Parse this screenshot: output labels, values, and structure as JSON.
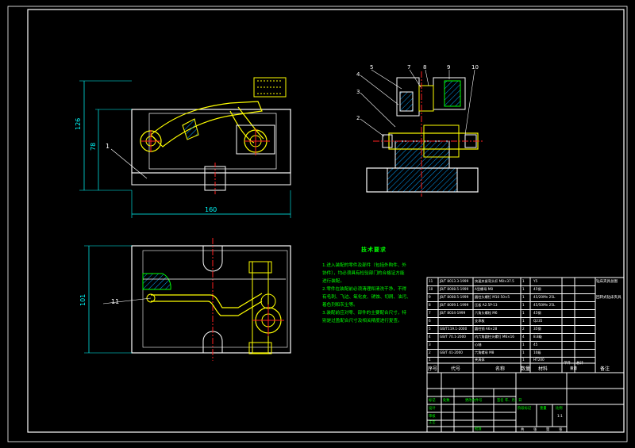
{
  "colors": {
    "background": "#000000",
    "outline": "#ffffff",
    "dimension": "#00ffff",
    "centerline": "#ff2020",
    "part": "#ffff00",
    "notes": "#00ff00",
    "hatch": "#00a0ff"
  },
  "dimensions": {
    "front_width": "160",
    "front_height_outer": "126",
    "front_height_inner": "78",
    "top_view_height": "101"
  },
  "leaders": {
    "front": [
      "1"
    ],
    "top": [
      "11"
    ],
    "side": [
      "2",
      "3",
      "4",
      "5",
      "7",
      "8",
      "9",
      "10"
    ]
  },
  "notes": {
    "title": "技术要求",
    "lines": [
      "1.进入装配的零件及部件（包括外购件、外",
      "协件），均必须具有检验部门的合格证方能",
      "进行装配。",
      "2.零件在装配前必须清理和清洗干净，不得",
      "有毛刺、飞边、氧化皮、锈蚀、切屑、油污、",
      "着色剂和灰尘等。",
      "3.装配前应对零、部件的主要配合尺寸，特",
      "别是过盈配合尺寸及相关精度进行复查。"
    ]
  },
  "title_block": {
    "header": {
      "no": "序号",
      "code": "代号",
      "name": "名称",
      "qty": "数量",
      "material": "材料",
      "unit_wt": "单件",
      "total_wt": "总计",
      "weight": "重量",
      "remark": "备注"
    },
    "rows": [
      {
        "no": "11",
        "code": "JB/T 8013.3-1999",
        "name": "快速夹紧弯头杆 M8×37.5",
        "qty": "1",
        "material": "Y5",
        "remark": ""
      },
      {
        "no": "10",
        "code": "JB/T 8008.5-1999",
        "name": "A型螺母 M8",
        "qty": "1",
        "material": "45钢",
        "remark": ""
      },
      {
        "no": "9",
        "code": "JB/T 8008.5-1999",
        "name": "圆柱头螺钉 M10 50×5",
        "qty": "1",
        "material": "45/20Mn 25L",
        "remark": ""
      },
      {
        "no": "8",
        "code": "JB/T 8009.1-1999",
        "name": "压板 A2.5P-13",
        "qty": "1",
        "material": "45/50Mn 25L",
        "remark": ""
      },
      {
        "no": "7",
        "code": "JB/T 8034-1999",
        "name": "六角头螺栓 M6",
        "qty": "1",
        "material": "45钢",
        "remark": ""
      },
      {
        "no": "6",
        "code": "",
        "name": "支承板",
        "qty": "1",
        "material": "Q235",
        "remark": ""
      },
      {
        "no": "5",
        "code": "GB/T119.1-2000",
        "name": "圆柱销 A6×28",
        "qty": "2",
        "material": "35钢",
        "remark": ""
      },
      {
        "no": "4",
        "code": "GB/T 70.1-2000",
        "name": "内六角圆柱头螺钉 M6×16",
        "qty": "4",
        "material": "8.8级",
        "remark": ""
      },
      {
        "no": "3",
        "code": "",
        "name": "心轴",
        "qty": "1",
        "material": "45",
        "remark": ""
      },
      {
        "no": "2",
        "code": "GB/T 41-2000",
        "name": "六角螺母 M8",
        "qty": "1",
        "material": "10级",
        "remark": ""
      },
      {
        "no": "1",
        "code": "",
        "name": "夹具体",
        "qty": "1",
        "material": "HT200",
        "remark": ""
      }
    ],
    "right_top": [
      "钻床夹具总图",
      "回转式钻床夹具"
    ],
    "bottom": {
      "revision_cells": [
        "标记",
        "处数",
        "更改文件号",
        "签名",
        "年、月、日"
      ],
      "design": "设计",
      "check": "审核",
      "craft": "工艺",
      "approve": "批准",
      "stage": "阶段标记",
      "weight": "重量",
      "scale": "比例",
      "scale_value": "1:1",
      "sheets": [
        "共",
        "张",
        "第",
        "张"
      ]
    }
  }
}
